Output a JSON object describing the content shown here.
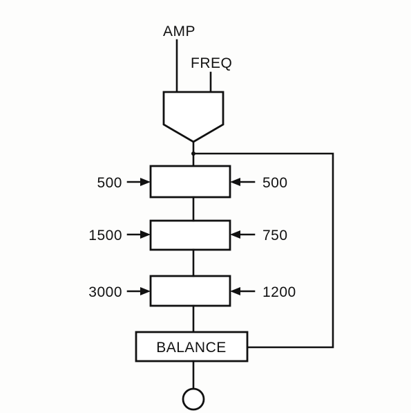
{
  "labels": {
    "amp": "AMP",
    "freq": "FREQ",
    "balance": "BALANCE"
  },
  "filters": [
    {
      "left_value": "500",
      "right_value": "500"
    },
    {
      "left_value": "1500",
      "right_value": "750"
    },
    {
      "left_value": "3000",
      "right_value": "1200"
    }
  ]
}
